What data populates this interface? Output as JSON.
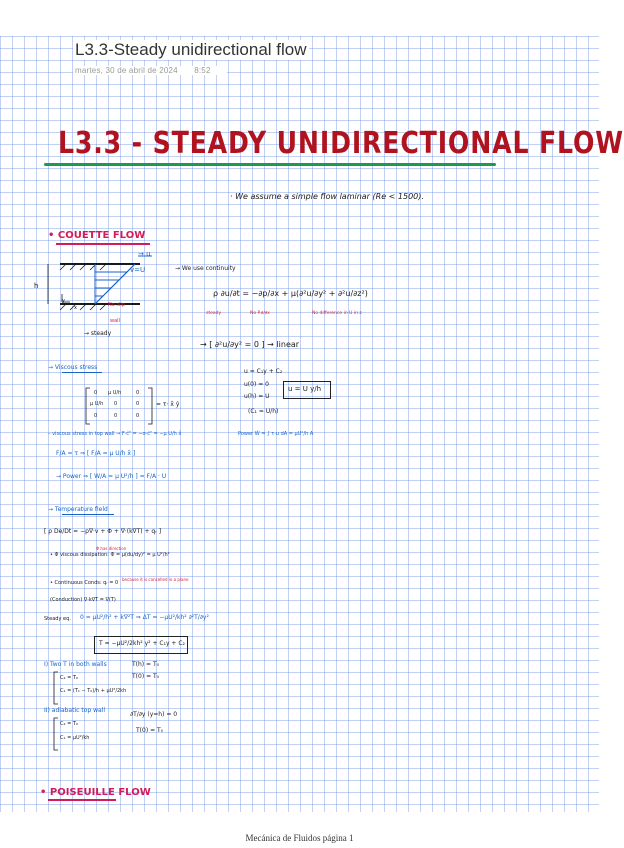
{
  "page": {
    "title": "L3.3-Steady unidirectional flow",
    "date": "martes, 30 de abril de 2024",
    "time": "8:52",
    "footer": "Mecánica de Fluidos página 1"
  },
  "notes": {
    "heading": "L3.3 - STEADY UNIDIRECTIONAL FLOW",
    "intro": "· We assume a simple flow laminar (Re < 1500).",
    "couette": {
      "title": "• COUETTE FLOW",
      "plate_u": "→ u",
      "v_label": "v=U",
      "h_label": "h",
      "wall_labels": [
        "y",
        "x",
        "No slip",
        "wall"
      ],
      "steady": "→ steady",
      "eq_intro": "→ We use continuity",
      "ns_eq": "ρ ∂u/∂t = −∂p/∂x + μ(∂²u/∂y² + ∂²u/∂z²)",
      "ns_notes": [
        "steady",
        "No P.∂/∂x",
        "No difference in U in z"
      ],
      "linear_eq": "→ [ ∂²u/∂y² = 0 ] → linear",
      "solution": [
        "u = C₁y + C₂",
        "u(0) = 0",
        "u(h) = U",
        "(C₁ = U/h)"
      ],
      "solution_box": "u = U y/h",
      "viscous_title": "→ Viscous stress",
      "stress_matrix": [
        [
          "0",
          "μ U/h",
          "0"
        ],
        [
          "μ U/h",
          "0",
          "0"
        ],
        [
          "0",
          "0",
          "0"
        ]
      ],
      "stress_eq": "= τ⋅ x̂ ŷ",
      "top_wall": "– viscous stress in top wall → F·ĉᵀ = −σ·ĉᵀ = −μ U/h x̂",
      "work": "Power Ẇ = ∫ τ⋅u dA = μU²/h A",
      "force_eq": "F/A = τ ⇒ [ F/A = μ U/h x̂ ]",
      "power_eq": "→ Power ⇒ [ W/A = μ U²/h ] = F/A · U"
    },
    "temperature": {
      "title": "→ Temperature field",
      "energy_eq": "[ ρ De/Dt = −p∇·v + Φ + ∇·(k∇T) + qᵣ ]",
      "dissipation": "• Φ viscous dissipation: Φ = μ(du/dy)² = μ U²/h²",
      "dissipation_note": "Φ has direction",
      "cancel_note": "because it is cancelled in a plane",
      "continuous": "• Continuous Conds: qᵣ = 0",
      "conduction": "(Conduction) ∇·k∇T = ∇(T)",
      "balance": "0 = μU²/h² + k∇²T  ⇒  ΔT = −μU²/kh² ∂²T/∂y²",
      "balance_note": "Steady eq.",
      "solution_box": "T = −μU²/2kh² y² + C₁y + C₂",
      "case1_title": "I) Two T in both walls",
      "case1_bcs": [
        "T(h) = T₀",
        "T(0) = T₀"
      ],
      "case1_consts": [
        "C₂ = T₀",
        "C₁ = (T₁ − T₀)/h + μU²/2kh"
      ],
      "case2_title": "II) adiabatic top wall",
      "case2_bcs": [
        "∂T/∂y (y=h) = 0",
        "T(0) = T₀"
      ],
      "case2_consts": [
        "C₂ = T₀",
        "C₁ = μU²/kh"
      ]
    },
    "poiseuille": {
      "title": "• POISEUILLE FLOW"
    }
  }
}
